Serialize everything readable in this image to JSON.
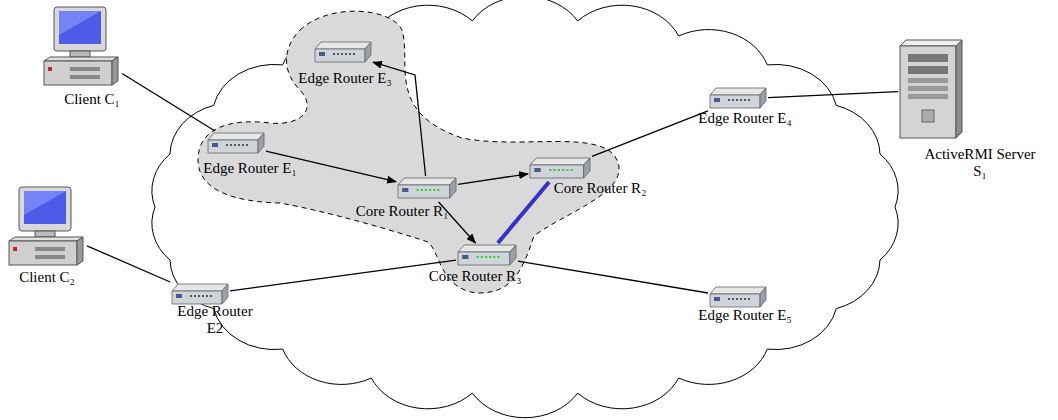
{
  "diagram": {
    "nodes": [
      {
        "text": [
          "Client C₁"
        ]
      },
      {
        "text": [
          "Edge Router E₃"
        ]
      },
      {
        "text": [
          "Edge Router E₁"
        ]
      },
      {
        "text": [
          "Core Router R₁"
        ]
      },
      {
        "text": [
          "Edge Router E₄"
        ]
      },
      {
        "text": [
          "ActiveRMI Server S₁"
        ]
      },
      {
        "text": [
          "Core Router R₂"
        ]
      },
      {
        "text": [
          "Client C₂"
        ]
      },
      {
        "text": [
          "Edge Router E2"
        ]
      },
      {
        "text": [
          "Core Router R₃"
        ]
      },
      {
        "text": [
          "Edge Router E₅"
        ]
      }
    ],
    "edges": [
      {
        "from": 0,
        "to": 2,
        "arrow": "none"
      },
      {
        "from": 2,
        "to": 3,
        "arrow": "to"
      },
      {
        "from": 3,
        "to": 1,
        "arrow": "to"
      },
      {
        "from": 3,
        "to": 6,
        "arrow": "to"
      },
      {
        "from": 3,
        "to": 9,
        "arrow": "to"
      },
      {
        "from": 9,
        "to": 6,
        "arrow": "none"
      },
      {
        "from": 6,
        "to": 4,
        "arrow": "none"
      },
      {
        "from": 4,
        "to": 5,
        "arrow": "none"
      },
      {
        "from": 7,
        "to": 8,
        "arrow": "none"
      },
      {
        "from": 8,
        "to": 9,
        "arrow": "none"
      },
      {
        "from": 9,
        "to": 10,
        "arrow": "none"
      }
    ]
  }
}
